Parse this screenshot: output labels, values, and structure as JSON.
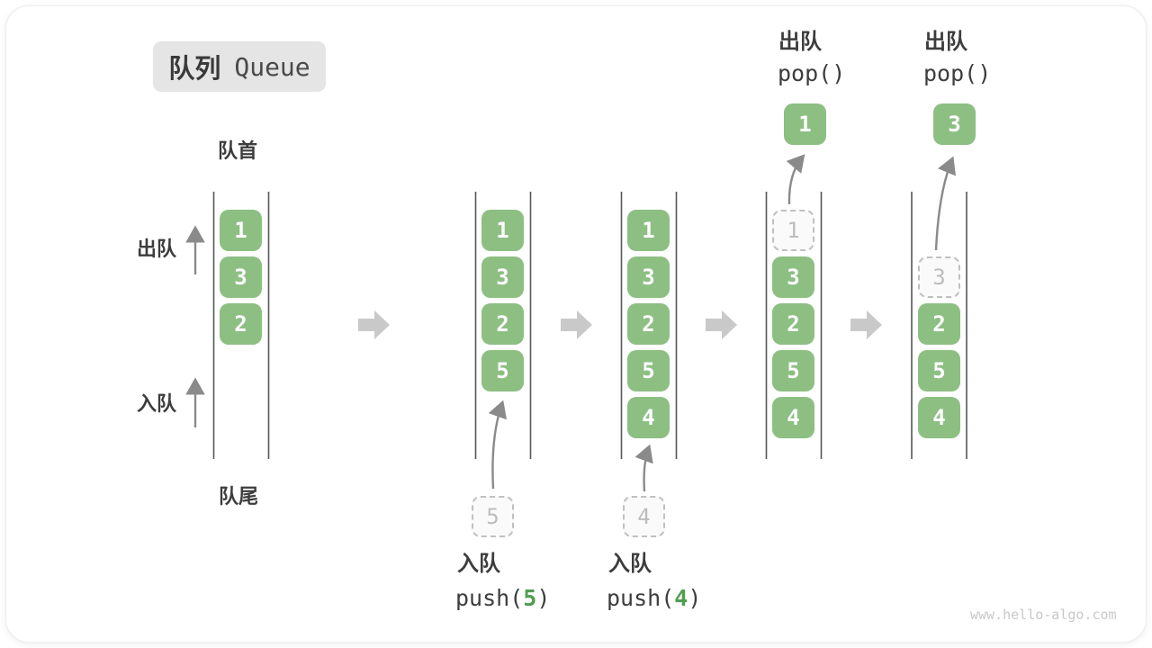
{
  "title": {
    "zh": "队列",
    "en": "Queue"
  },
  "side_labels": {
    "front": "队首",
    "rear": "队尾",
    "dequeue": "出队",
    "enqueue": "入队"
  },
  "colors": {
    "green": "#8dbf83",
    "code-green": "#4f9e52",
    "arrow-gray": "#8a8a8a",
    "block-arrow-gray": "#c9c9c9",
    "wall-gray": "#57575a"
  },
  "watermark": "www.hello-algo.com",
  "columns": {
    "c1": {
      "items": [
        "1",
        "3",
        "2"
      ]
    },
    "c2": {
      "items": [
        "1",
        "3",
        "2",
        "5"
      ],
      "pending": "5",
      "caption": "入队",
      "code_pre": "push(",
      "code_arg": "5",
      "code_post": ")"
    },
    "c3": {
      "items": [
        "1",
        "3",
        "2",
        "5",
        "4"
      ],
      "pending": "4",
      "caption": "入队",
      "code_pre": "push(",
      "code_arg": "4",
      "code_post": ")"
    },
    "c4": {
      "ghost": "1",
      "items": [
        "3",
        "2",
        "5",
        "4"
      ],
      "popped": "1",
      "caption": "出队",
      "code": "pop()"
    },
    "c5": {
      "ghost": "3",
      "items": [
        "2",
        "5",
        "4"
      ],
      "popped": "3",
      "caption": "出队",
      "code": "pop()"
    }
  }
}
